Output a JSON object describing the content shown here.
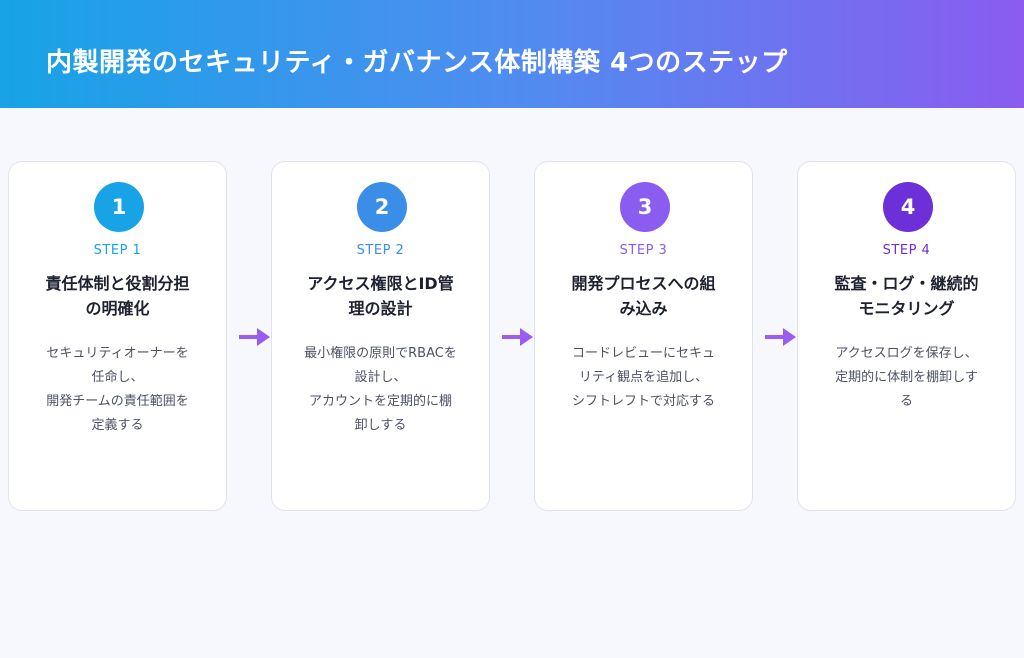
{
  "title": "内製開発のセキュリティ・ガバナンス体制構築 4つのステップ",
  "steps": [
    {
      "number": "1",
      "label": "STEP 1",
      "title_lines": [
        "責任体制と役割分担",
        "の明確化"
      ],
      "desc_lines": [
        "セキュリティオーナーを",
        "任命し、",
        "開発チームの責任範囲を",
        "定義する"
      ],
      "color": "#17a3e6"
    },
    {
      "number": "2",
      "label": "STEP 2",
      "title_lines": [
        "アクセス権限とID管",
        "理の設計"
      ],
      "desc_lines": [
        "最小権限の原則でRBACを",
        "設計し、",
        "アカウントを定期的に棚",
        "卸しする"
      ],
      "color": "#3b8ee8"
    },
    {
      "number": "3",
      "label": "STEP 3",
      "title_lines": [
        "開発プロセスへの組",
        "み込み"
      ],
      "desc_lines": [
        "コードレビューにセキュ",
        "リティ観点を追加し、",
        "シフトレフトで対応する"
      ],
      "color": "#8a5cf0"
    },
    {
      "number": "4",
      "label": "STEP 4",
      "title_lines": [
        "監査・ログ・継続的",
        "モニタリング"
      ],
      "desc_lines": [
        "アクセスログを保存し、",
        "定期的に体制を棚卸しす",
        "る"
      ],
      "color": "#6d2fd8"
    }
  ],
  "arrow_color": "#9b5cf0"
}
